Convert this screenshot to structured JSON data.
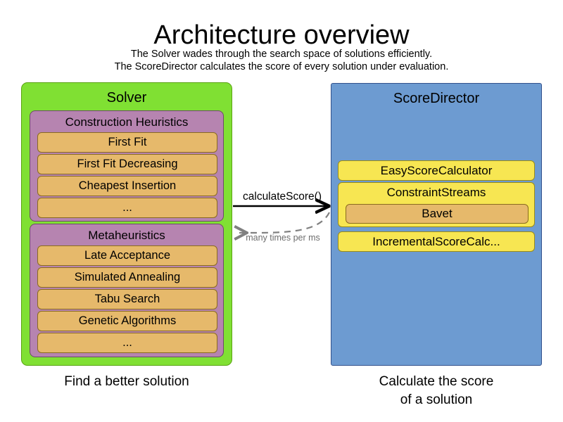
{
  "header": {
    "title": "Architecture overview",
    "subtitle_line1": "The Solver wades through the search space of solutions efficiently.",
    "subtitle_line2": "The ScoreDirector calculates the score of every solution under evaluation."
  },
  "solver": {
    "title": "Solver",
    "caption": "Find a better solution",
    "groups": [
      {
        "title": "Construction Heuristics",
        "items": [
          "First Fit",
          "First Fit Decreasing",
          "Cheapest Insertion",
          "..."
        ]
      },
      {
        "title": "Metaheuristics",
        "items": [
          "Late Acceptance",
          "Simulated Annealing",
          "Tabu Search",
          "Genetic Algorithms",
          "..."
        ]
      }
    ]
  },
  "score_director": {
    "title": "ScoreDirector",
    "caption_line1": "Calculate the score",
    "caption_line2": "of a solution",
    "items": [
      {
        "label": "EasyScoreCalculator"
      },
      {
        "label": "ConstraintStreams",
        "child": "Bavet"
      },
      {
        "label": "IncrementalScoreCalc..."
      }
    ]
  },
  "arrows": {
    "request_label": "calculateScore()",
    "response_label": "many times per ms"
  },
  "colors": {
    "solver_panel": "#80E033",
    "solver_panel_border": "#5aa312",
    "score_director_panel": "#6D9BD1",
    "score_director_panel_border": "#33518c",
    "group_purple": "#B684B0",
    "group_purple_border": "#6d4a69",
    "item_orange": "#E6B96B",
    "item_orange_border": "#8a6b1f",
    "item_yellow": "#F7E652",
    "item_yellow_border": "#9a8c17",
    "arrow_solid": "#000000",
    "arrow_dashed": "#808080",
    "background": "#ffffff"
  }
}
